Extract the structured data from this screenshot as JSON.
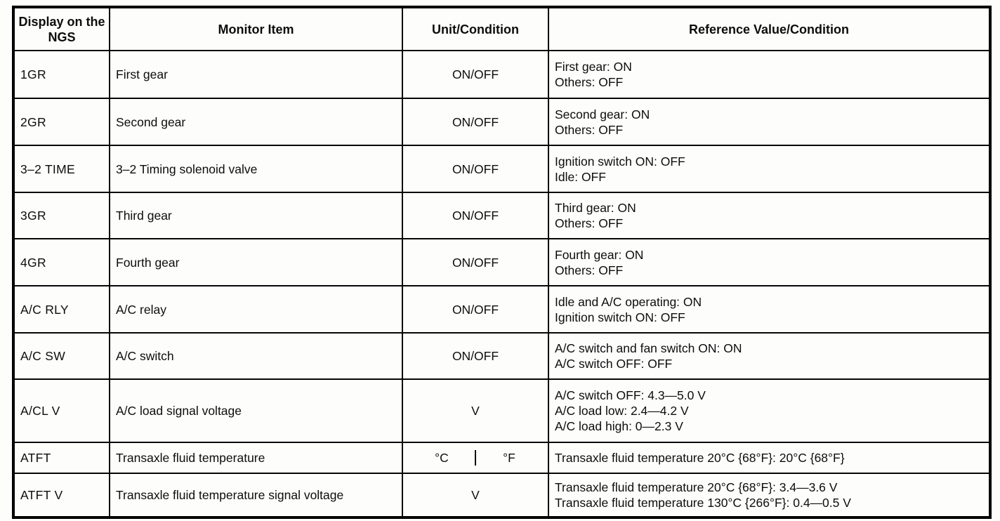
{
  "table": {
    "headers": {
      "display": "Display on the NGS",
      "item": "Monitor Item",
      "unit": "Unit/Condition",
      "reference": "Reference Value/Condition"
    },
    "rows": [
      {
        "display": "1GR",
        "item": "First gear",
        "unit": "ON/OFF",
        "ref": [
          "First gear: ON",
          "Others: OFF"
        ]
      },
      {
        "display": "2GR",
        "item": "Second gear",
        "unit": "ON/OFF",
        "ref": [
          "Second gear: ON",
          "Others: OFF"
        ]
      },
      {
        "display": "3–2 TIME",
        "item": "3–2 Timing solenoid valve",
        "unit": "ON/OFF",
        "ref": [
          "Ignition switch ON: OFF",
          "Idle: OFF"
        ]
      },
      {
        "display": "3GR",
        "item": "Third gear",
        "unit": "ON/OFF",
        "ref": [
          "Third gear: ON",
          "Others: OFF"
        ]
      },
      {
        "display": "4GR",
        "item": "Fourth gear",
        "unit": "ON/OFF",
        "ref": [
          "Fourth gear: ON",
          "Others: OFF"
        ]
      },
      {
        "display": "A/C RLY",
        "item": "A/C relay",
        "unit": "ON/OFF",
        "ref": [
          "Idle and A/C operating: ON",
          "Ignition switch ON: OFF"
        ]
      },
      {
        "display": "A/C SW",
        "item": "A/C switch",
        "unit": "ON/OFF",
        "ref": [
          "A/C switch and fan switch ON: ON",
          "A/C switch OFF: OFF"
        ]
      },
      {
        "display": "A/CL V",
        "item": "A/C load signal voltage",
        "unit": "V",
        "ref": [
          "A/C switch OFF: 4.3—5.0 V",
          "A/C load low: 2.4—4.2 V",
          "A/C load high: 0—2.3 V"
        ]
      },
      {
        "display": "ATFT",
        "item": "Transaxle fluid temperature",
        "unit_split": [
          "°C",
          "°F"
        ],
        "ref": [
          "Transaxle fluid temperature 20°C {68°F}: 20°C {68°F}"
        ]
      },
      {
        "display": "ATFT V",
        "item": "Transaxle fluid temperature signal voltage",
        "unit": "V",
        "ref": [
          "Transaxle fluid temperature 20°C {68°F}: 3.4—3.6 V",
          "Transaxle fluid temperature 130°C {266°F}: 0.4—0.5 V"
        ]
      }
    ]
  }
}
